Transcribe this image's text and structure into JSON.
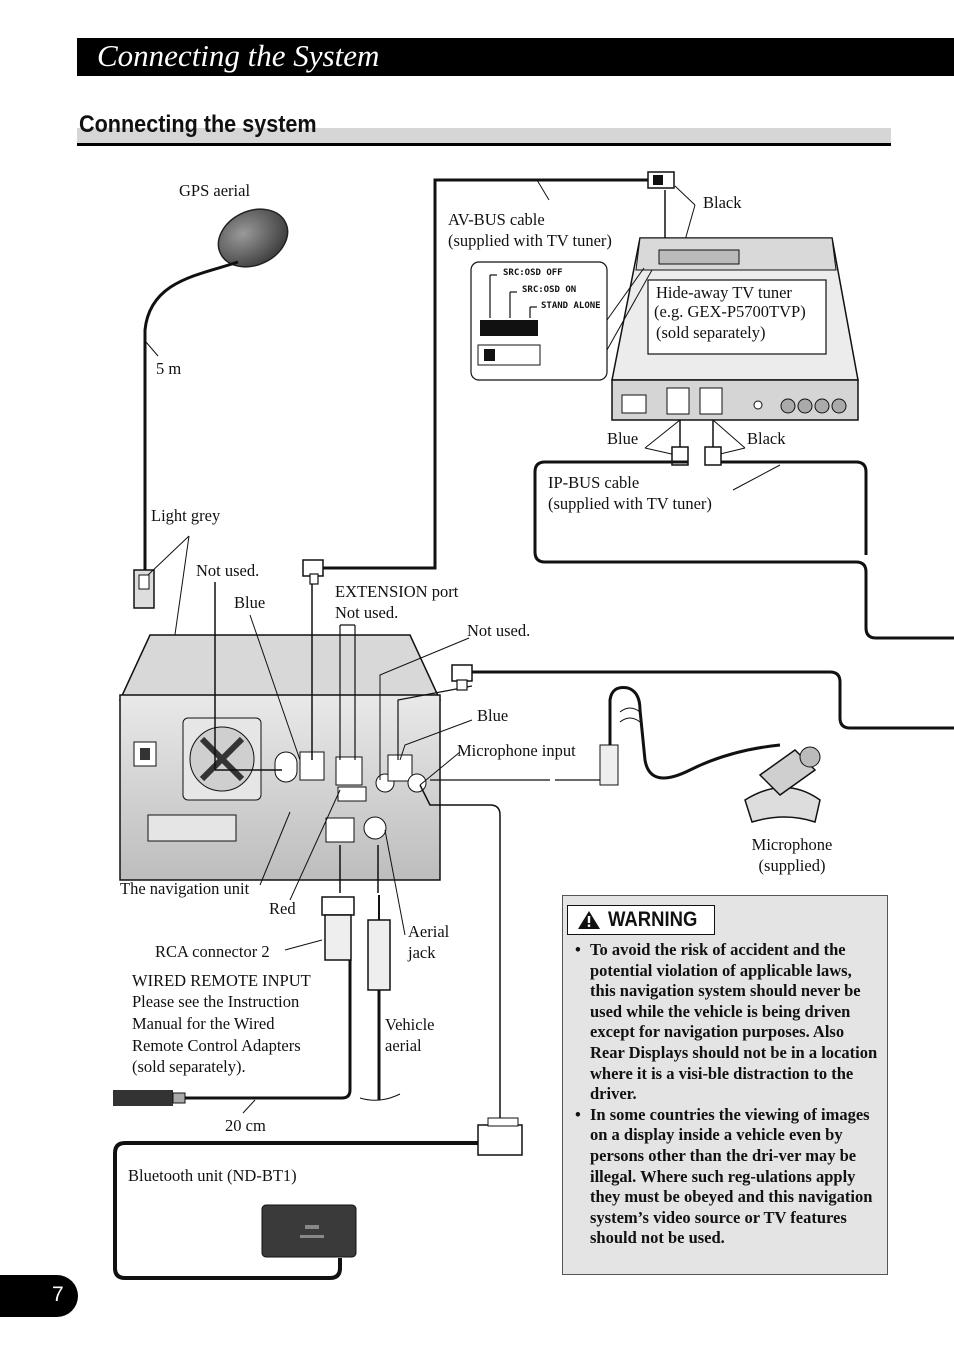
{
  "header": {
    "title": "Connecting the System"
  },
  "section": {
    "title": "Connecting the system"
  },
  "labels": {
    "gps_aerial": "GPS aerial",
    "five_m": "5 m",
    "light_grey": "Light grey",
    "not_used_1": "Not used.",
    "blue_1": "Blue",
    "extension_port": "EXTENSION port",
    "not_used_2": "Not used.",
    "not_used_3": "Not used.",
    "blue_2": "Blue",
    "microphone_input": "Microphone input",
    "av_bus_cable": "AV-BUS cable",
    "av_bus_supplied": "(supplied with TV tuner)",
    "black_1": "Black",
    "tv_tuner_line1": "Hide-away TV tuner",
    "tv_tuner_line2": "(e.g. GEX-P5700TVP)",
    "tv_tuner_line3": "(sold separately)",
    "blue_3": "Blue",
    "black_2": "Black",
    "ip_bus_cable": "IP-BUS cable",
    "ip_bus_supplied": "(supplied with TV tuner)",
    "microphone": "Microphone",
    "microphone_supplied": "(supplied)",
    "navigation_unit": "The navigation unit",
    "red": "Red",
    "rca_connector": "RCA connector 2",
    "aerial_jack_1": "Aerial",
    "aerial_jack_2": "jack",
    "wired_remote_1": "WIRED REMOTE INPUT",
    "wired_remote_2": "Please see the Instruction",
    "wired_remote_3": "Manual for the Wired",
    "wired_remote_4": "Remote Control Adapters",
    "wired_remote_5": "(sold separately).",
    "vehicle_aerial_1": "Vehicle",
    "vehicle_aerial_2": "aerial",
    "twenty_cm": "20 cm",
    "bluetooth_unit": "Bluetooth unit (ND-BT1)"
  },
  "switch_panel": {
    "opt1": "SRC:OSD OFF",
    "opt2": "SRC:OSD ON",
    "opt3": "STAND ALONE"
  },
  "warning": {
    "title": "WARNING",
    "items": [
      "To avoid the risk of accident and the potential violation of applicable laws, this navigation system should never be used while the vehicle is being driven except for navigation purposes. Also Rear Displays should not be in a location where it is a visi-ble distraction to the driver.",
      "In some countries the viewing of images on a display inside a vehicle even by persons other than the dri-ver may be illegal. Where such reg-ulations apply they must be obeyed and this navigation system’s video source or TV features should not be used."
    ]
  },
  "page_number": "7"
}
